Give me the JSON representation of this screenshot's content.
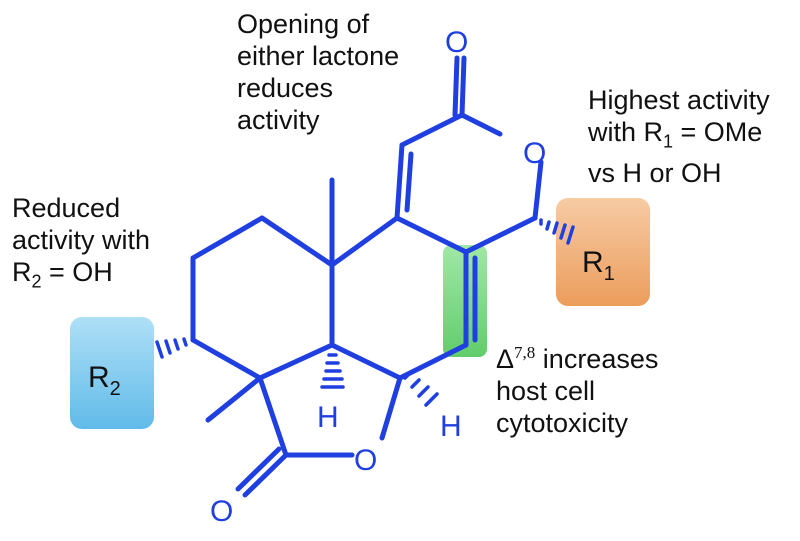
{
  "annotations": {
    "lactone": {
      "lines": [
        "Opening of",
        "either lactone",
        "reduces",
        "activity"
      ]
    },
    "r1": {
      "line1": "Highest activity",
      "line2_prefix": "with R",
      "line2_sub": "1",
      "line2_suffix": " = OMe",
      "line3": "vs H or OH"
    },
    "r2": {
      "line1": "Reduced",
      "line2": "activity with",
      "line3_prefix": "R",
      "line3_sub": "2",
      "line3_suffix": " = OH"
    },
    "delta": {
      "symbol": "Δ",
      "superscript": "7,8",
      "line1_suffix": " increases",
      "line2": "host cell",
      "line3": "cytotoxicity"
    }
  },
  "atoms": {
    "o_carbonyl_top": "O",
    "o_ring_top": "O",
    "o_ring_bottom": "O",
    "o_carbonyl_bottom": "O",
    "h_left": "H",
    "h_right": "H"
  },
  "substituents": {
    "r1": {
      "base": "R",
      "sub": "1"
    },
    "r2": {
      "base": "R",
      "sub": "2"
    }
  },
  "colors": {
    "structure": "#1f3fe0",
    "r1_box": "#f0a766",
    "r2_box": "#6fc3ec",
    "delta_box": "#5fd367",
    "text": "#111111"
  }
}
